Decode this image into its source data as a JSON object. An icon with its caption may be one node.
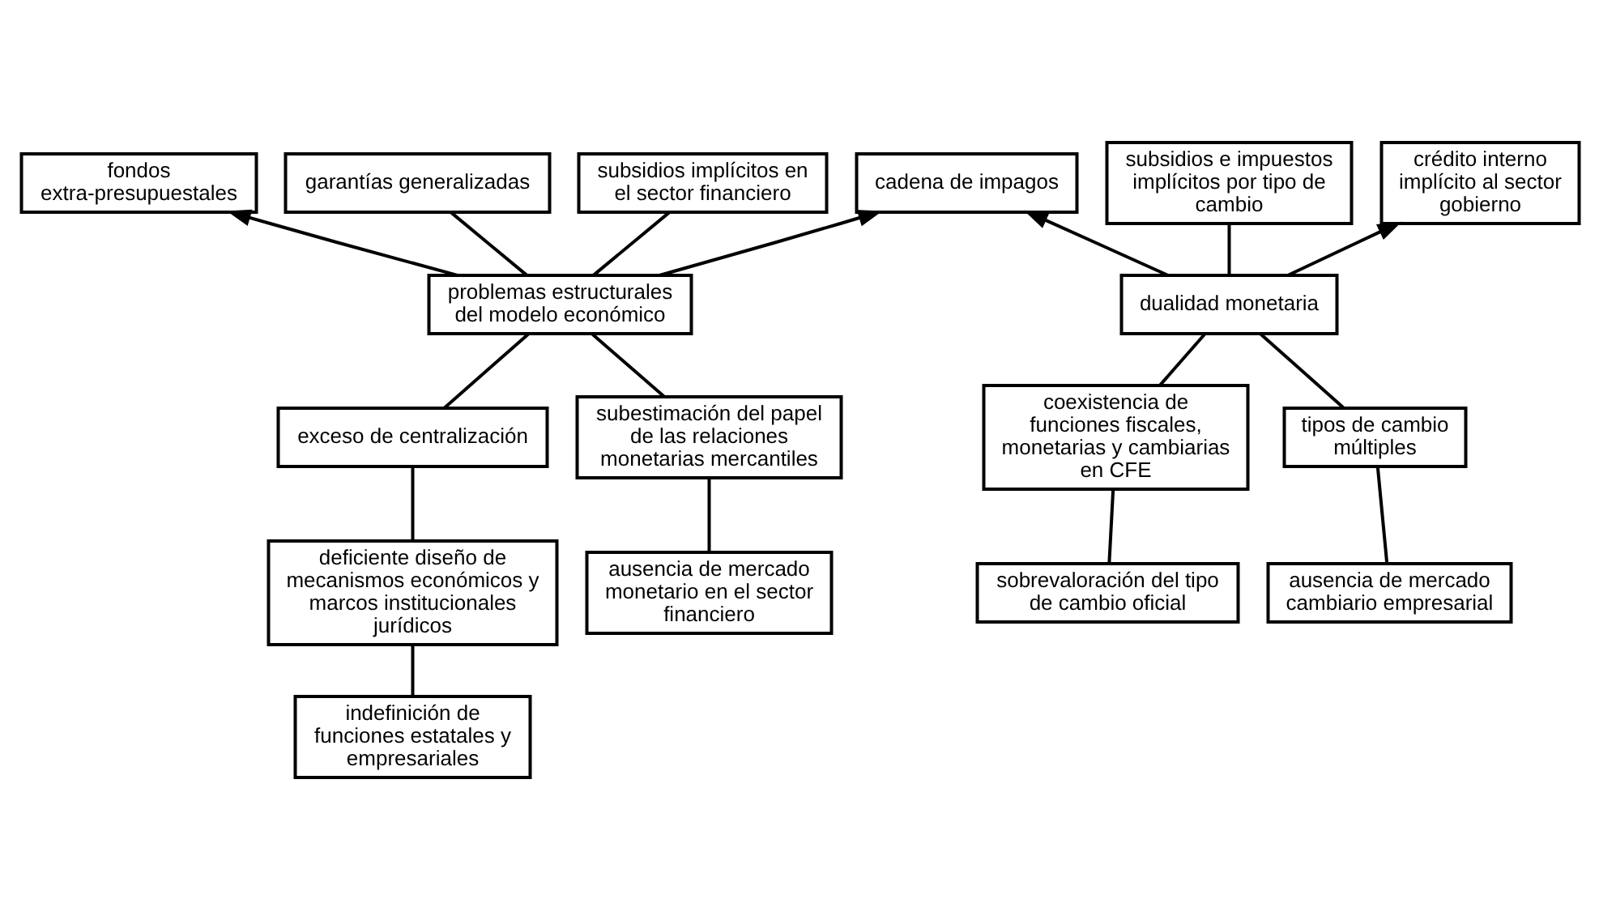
{
  "diagram": {
    "nodes": [
      {
        "text": [
          "fondos extra-presupuestales"
        ]
      },
      {
        "text": [
          "garantías generalizadas"
        ]
      },
      {
        "text": [
          "subsidios implícitos en el sector financiero"
        ]
      },
      {
        "text": [
          "cadena de impagos"
        ]
      },
      {
        "text": [
          "subsidios e impuestos implícitos por tipo de cambio"
        ]
      },
      {
        "text": [
          "crédito interno implícito al sector gobierno"
        ]
      },
      {
        "text": [
          "problemas estructurales del modelo económico"
        ]
      },
      {
        "text": [
          "dualidad monetaria"
        ]
      },
      {
        "text": [
          "exceso de centralización"
        ]
      },
      {
        "text": [
          "subestimación del papel de las relaciones monetarias mercantiles"
        ]
      },
      {
        "text": [
          "coexistencia de funciones fiscales, monetarias y cambiarias en CFE"
        ]
      },
      {
        "text": [
          "tipos de cambio múltiples"
        ]
      },
      {
        "text": [
          "deficiente diseño de mecanismos económicos y marcos institucionales jurídicos"
        ]
      },
      {
        "text": [
          "ausencia de mercado monetario en el sector financiero"
        ]
      },
      {
        "text": [
          "sobrevaloración del tipo de cambio oficial"
        ]
      },
      {
        "text": [
          "ausencia de mercado cambiario empresarial"
        ]
      },
      {
        "text": [
          "indefinición de funciones estatales y empresariales"
        ]
      }
    ],
    "edges": [
      {
        "from": 6,
        "to": 0,
        "arrow": "to"
      },
      {
        "from": 1,
        "to": 6,
        "arrow": "none"
      },
      {
        "from": 2,
        "to": 6,
        "arrow": "none"
      },
      {
        "from": 6,
        "to": 3,
        "arrow": "to"
      },
      {
        "from": 7,
        "to": 3,
        "arrow": "to"
      },
      {
        "from": 4,
        "to": 7,
        "arrow": "none"
      },
      {
        "from": 7,
        "to": 5,
        "arrow": "to"
      },
      {
        "from": 6,
        "to": 8,
        "arrow": "none"
      },
      {
        "from": 6,
        "to": 9,
        "arrow": "none"
      },
      {
        "from": 7,
        "to": 10,
        "arrow": "none"
      },
      {
        "from": 7,
        "to": 11,
        "arrow": "none"
      },
      {
        "from": 8,
        "to": 12,
        "arrow": "none"
      },
      {
        "from": 9,
        "to": 13,
        "arrow": "none"
      },
      {
        "from": 10,
        "to": 14,
        "arrow": "none"
      },
      {
        "from": 11,
        "to": 15,
        "arrow": "none"
      },
      {
        "from": 12,
        "to": 16,
        "arrow": "none"
      }
    ]
  }
}
